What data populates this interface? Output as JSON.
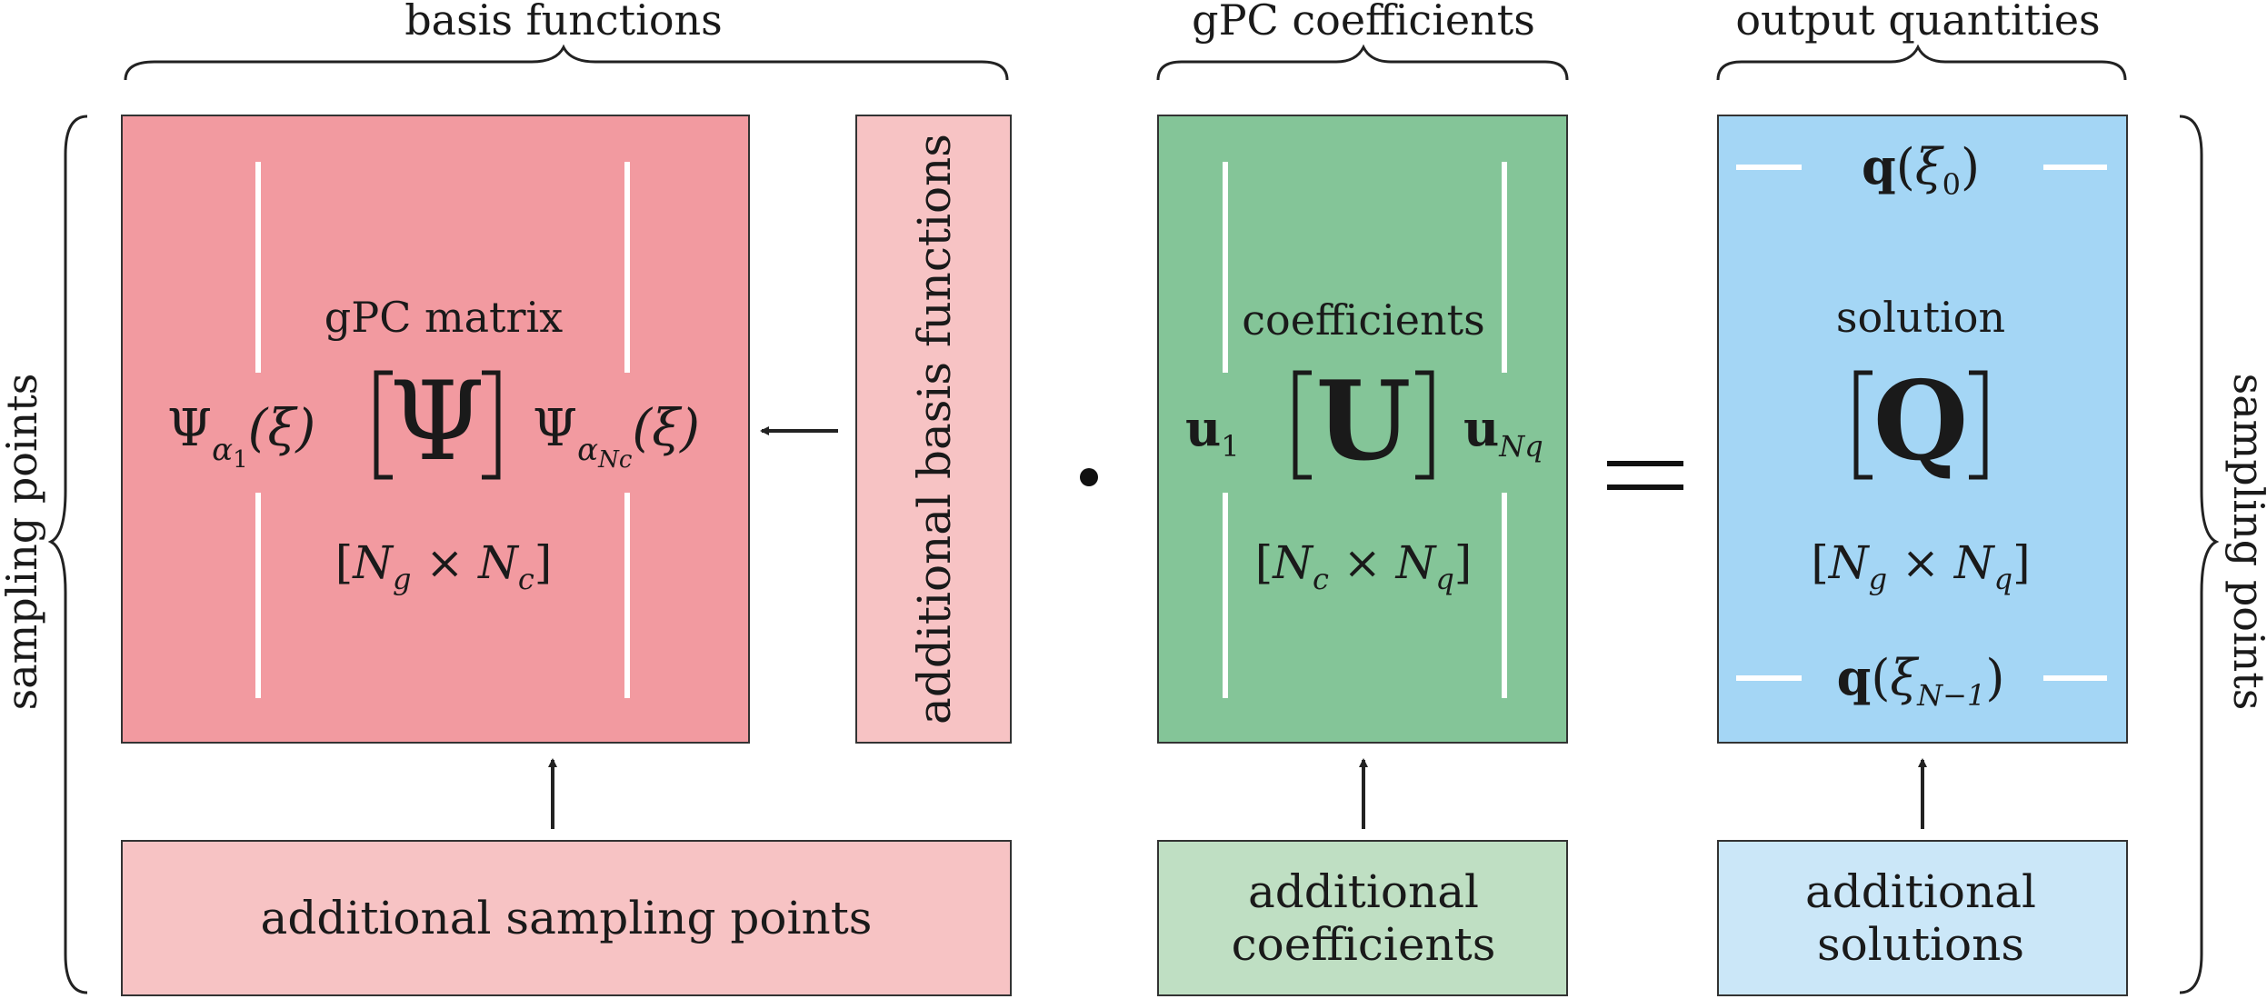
{
  "headers": {
    "basis": "basis functions",
    "coeff": "gPC coefficients",
    "output": "output quantities"
  },
  "side_labels": {
    "left": "sampling points",
    "right": "sampling points"
  },
  "gpc_matrix": {
    "title": "gPC matrix",
    "symbol": "Ψ",
    "left_fn_base": "Ψ",
    "left_fn_sub": "α",
    "left_fn_subsub": "1",
    "left_fn_arg": "(ξ)",
    "right_fn_base": "Ψ",
    "right_fn_sub": "α",
    "right_fn_subsub": "Nc",
    "right_fn_arg": "(ξ)",
    "dim_a": "N",
    "dim_a_sub": "g",
    "dim_b": "N",
    "dim_b_sub": "c"
  },
  "additional_basis": "additional basis functions",
  "dot_operator": "·",
  "coefficients": {
    "title": "coefficients",
    "symbol": "U",
    "left_vec": "u",
    "left_vec_sub": "1",
    "right_vec": "u",
    "right_vec_sub": "Nq",
    "dim_a": "N",
    "dim_a_sub": "c",
    "dim_b": "N",
    "dim_b_sub": "q"
  },
  "equals_operator": "=",
  "solution": {
    "title": "solution",
    "symbol": "Q",
    "top_row_vec": "q",
    "top_row_arg": "ξ",
    "top_row_sub": "0",
    "bottom_row_vec": "q",
    "bottom_row_arg": "ξ",
    "bottom_row_sub": "N−1",
    "dim_a": "N",
    "dim_a_sub": "g",
    "dim_b": "N",
    "dim_b_sub": "q"
  },
  "additional_boxes": {
    "sampling": "additional sampling points",
    "coeff_line1": "additional",
    "coeff_line2": "coefficients",
    "sol_line1": "additional",
    "sol_line2": "solutions"
  },
  "colors": {
    "gpc_matrix_fill": "#f29aa0",
    "additional_red_fill": "#f7c3c4",
    "coeff_fill": "#84c598",
    "additional_green_fill": "#bfdfc3",
    "solution_fill": "#a4d6f5",
    "additional_blue_fill": "#cbe7f8",
    "stroke": "#333333"
  }
}
